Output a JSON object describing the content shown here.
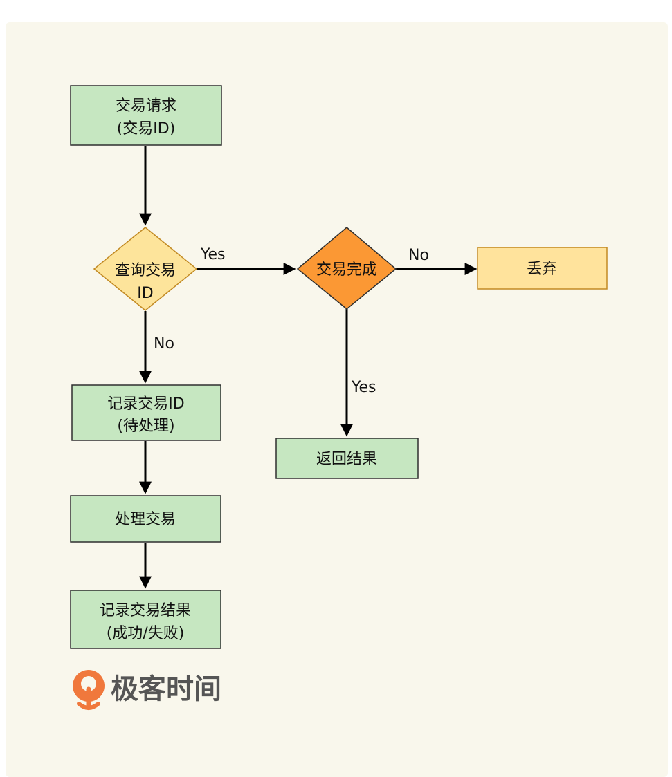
{
  "nodes": {
    "request": {
      "line1": "交易请求",
      "line2": "(交易ID)"
    },
    "query": {
      "line1": "查询交易",
      "line2": "ID"
    },
    "complete": {
      "line1": "交易完成"
    },
    "discard": {
      "line1": "丢弃"
    },
    "record_pending": {
      "line1": "记录交易ID",
      "line2": "(待处理)"
    },
    "return_result": {
      "line1": "返回结果"
    },
    "process": {
      "line1": "处理交易"
    },
    "record_result": {
      "line1": "记录交易结果",
      "line2": "(成功/失败)"
    }
  },
  "edges": {
    "query_yes": "Yes",
    "query_no": "No",
    "complete_no": "No",
    "complete_yes": "Yes"
  },
  "logo": {
    "text": "极客时间"
  },
  "colors": {
    "background": "#f9f7ec",
    "process_fill": "#c6e7c1",
    "decision_fill": "#fde49b",
    "complete_fill": "#fb9834",
    "discard_fill": "#ffe39c",
    "logo_orange": "#f0783c"
  }
}
